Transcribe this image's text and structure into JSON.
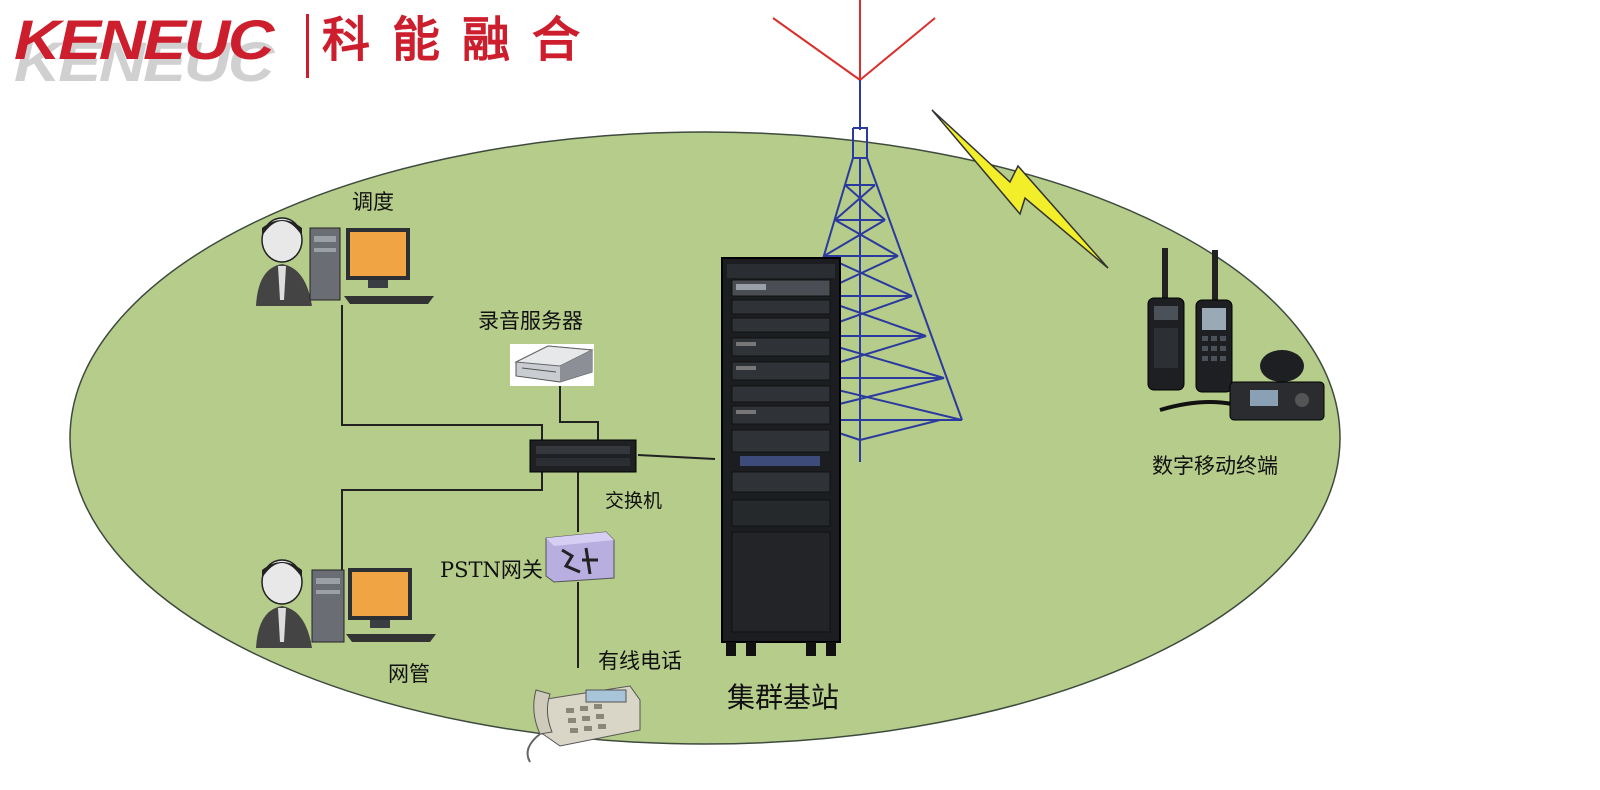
{
  "logo": {
    "latin": "KENEUC",
    "chinese": "科能融合",
    "color": "#cc1e2c"
  },
  "diagram": {
    "nodes": {
      "dispatch": "调度",
      "recording_server": "录音服务器",
      "switch": "交换机",
      "pstn_gateway": "PSTN网关",
      "network_mgmt": "网管",
      "wired_phone": "有线电话",
      "base_station": "集群基站",
      "mobile_terminal": "数字移动终端"
    },
    "colors": {
      "area_fill": "#b5cc8a",
      "area_stroke": "#3e4a3e",
      "tower": "#2a3a9e",
      "antenna": "#d9302e",
      "lightning": "#f2ee2a"
    }
  }
}
